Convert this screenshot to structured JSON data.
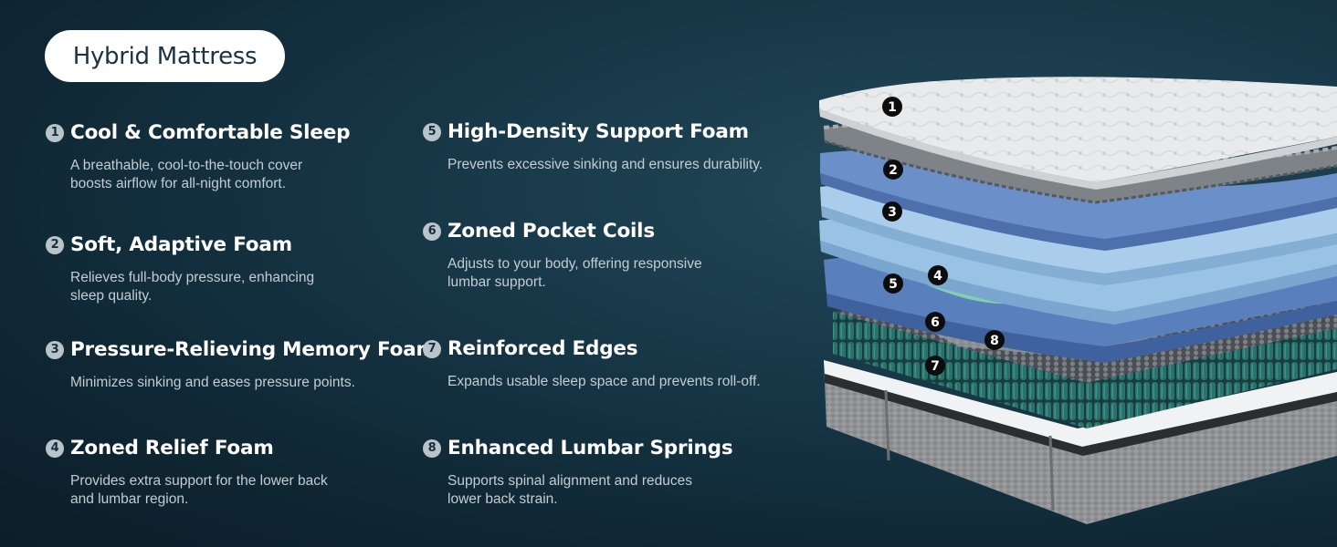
{
  "badge": {
    "title": "Hybrid Mattress"
  },
  "features_left": [
    {
      "num": "1",
      "title": "Cool & Comfortable Sleep",
      "desc_lines": [
        "A breathable, cool-to-the-touch cover",
        "boosts airflow for all-night comfort."
      ]
    },
    {
      "num": "2",
      "title": "Soft, Adaptive Foam",
      "desc_lines": [
        "Relieves full-body pressure, enhancing",
        "sleep quality."
      ]
    },
    {
      "num": "3",
      "title": "Pressure-Relieving Memory Foam",
      "desc_lines": [
        "Minimizes sinking and eases pressure points."
      ]
    },
    {
      "num": "4",
      "title": "Zoned Relief Foam",
      "desc_lines": [
        "Provides extra support for the lower back",
        "and lumbar region."
      ]
    }
  ],
  "features_right": [
    {
      "num": "5",
      "title": "High-Density Support Foam",
      "desc_lines": [
        "Prevents excessive sinking and ensures durability."
      ]
    },
    {
      "num": "6",
      "title": "Zoned Pocket Coils",
      "desc_lines": [
        "Adjusts to your body, offering responsive",
        "lumbar support."
      ]
    },
    {
      "num": "7",
      "title": "Reinforced Edges",
      "desc_lines": [
        "Expands usable sleep space and prevents roll-off."
      ]
    },
    {
      "num": "8",
      "title": "Enhanced Lumbar Springs",
      "desc_lines": [
        "Supports spinal alignment and reduces",
        "lower back strain."
      ]
    }
  ],
  "diagram_labels": [
    "1",
    "2",
    "3",
    "4",
    "5",
    "6",
    "7",
    "8"
  ],
  "colors": {
    "background": "#143240",
    "badge_bg": "#ffffff",
    "cover": "#e6e8ea",
    "soft_foam": "#6b8fc9",
    "memory_foam": "#9ac2e4",
    "support_foam": "#5a7fbd",
    "zoned_foam": "#7fd1b2",
    "coils": "#1f5b58",
    "base": "#8c8f93"
  }
}
